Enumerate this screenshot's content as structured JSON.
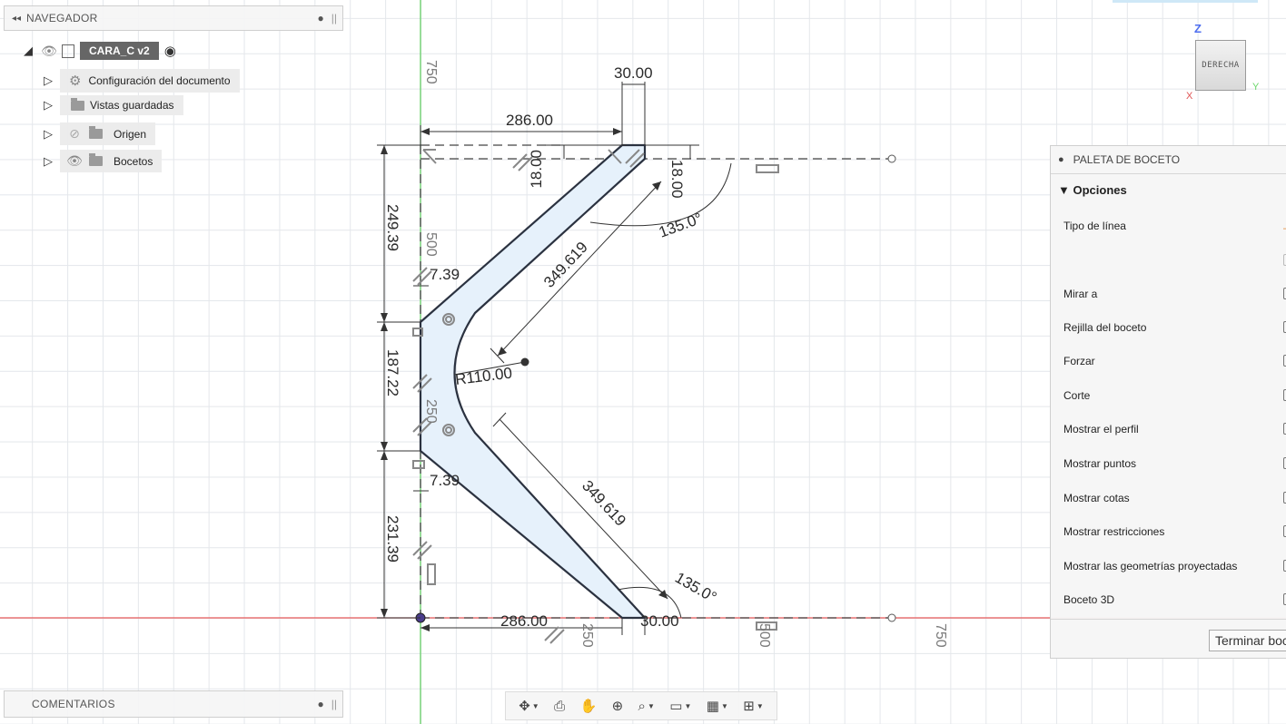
{
  "navigator": {
    "title": "NAVEGADOR",
    "collapse_glyph": "◂◂",
    "root": {
      "name": "CARA_C v2"
    },
    "items": [
      {
        "label": "Configuración del documento",
        "icon": "gear-icon"
      },
      {
        "label": "Vistas guardadas",
        "icon": "folder-icon"
      },
      {
        "label": "Origen",
        "icon": "folder-icon",
        "visibility": "hidden"
      },
      {
        "label": "Bocetos",
        "icon": "folder-icon",
        "visibility": "visible"
      }
    ]
  },
  "comments": {
    "title": "COMENTARIOS"
  },
  "viewcube": {
    "face_label": "DERECHA",
    "axis_z": "Z",
    "axis_y": "Y",
    "axis_x": "X"
  },
  "palette": {
    "title": "PALETA DE BOCETO",
    "section": "▼ Opciones",
    "options": [
      "Tipo de línea",
      "Mirar a",
      "Rejilla del boceto",
      "Forzar",
      "Corte",
      "Mostrar el perfil",
      "Mostrar puntos",
      "Mostrar cotas",
      "Mostrar restricciones",
      "Mostrar las geometrías proyectadas",
      "Boceto 3D"
    ],
    "finish_label": "Terminar boceto"
  },
  "sketch": {
    "axis_labels": {
      "v750": "750",
      "v500": "500",
      "v250": "250",
      "h250": "250",
      "h500": "500",
      "h750": "750"
    },
    "dims": {
      "top_width": "30.00",
      "top_length": "286.00",
      "left_height": "18.00",
      "right_height": "18.00",
      "angle_top": "135.0°",
      "upper_diag": "349.619",
      "seg_upper": "249.39",
      "seg_mid": "187.22",
      "seg_lower": "231.39",
      "offset_upper": "7.39",
      "offset_lower": "7.39",
      "radius": "R110.00",
      "lower_diag": "349.619",
      "angle_bottom": "135.0°",
      "bottom_length": "286.00",
      "bottom_width": "30.00"
    },
    "colors": {
      "profile_fill": "#e6f1fb",
      "x_axis": "#e85a5a",
      "y_axis": "#5ccf5c",
      "line": "#2b3240"
    }
  }
}
